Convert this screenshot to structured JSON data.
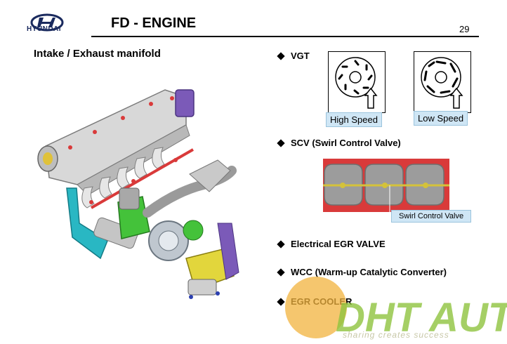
{
  "header": {
    "brand": "HYUNDAI",
    "title": "FD - ENGINE",
    "page_number": "29"
  },
  "subtitle": "Intake / Exhaust manifold",
  "bullets": [
    "VGT",
    "SCV (Swirl Control Valve)",
    "Electrical EGR VALVE",
    "WCC (Warm-up Catalytic Converter)",
    "EGR COOLER"
  ],
  "vgt": {
    "high_speed_label": "High Speed",
    "low_speed_label": "Low Speed"
  },
  "scv": {
    "callout": "Swirl Control Valve"
  },
  "watermark": {
    "brand": "DHT AUTO",
    "tagline": "sharing creates success"
  },
  "colors": {
    "callout_fill": "#cfe6f5",
    "gasket_red": "#d93a3a",
    "egr_green": "#44c23a",
    "cooler_cyan": "#29b7c3",
    "catalyst_yellow": "#e2d63c",
    "actuator_purple": "#7b5ab8"
  }
}
